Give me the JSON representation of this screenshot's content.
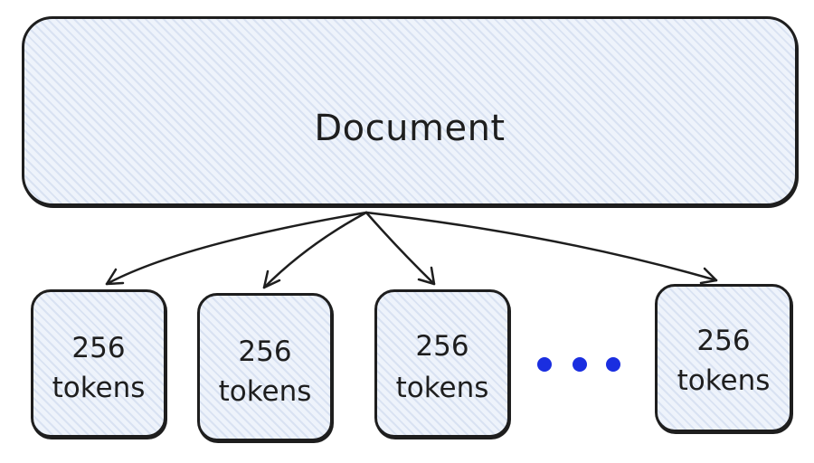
{
  "document": {
    "label": "Document"
  },
  "chunks": [
    {
      "number": "256",
      "unit": "tokens"
    },
    {
      "number": "256",
      "unit": "tokens"
    },
    {
      "number": "256",
      "unit": "tokens"
    },
    {
      "number": "256",
      "unit": "tokens"
    }
  ],
  "ellipsis_dot_color": "#1a2ee0"
}
